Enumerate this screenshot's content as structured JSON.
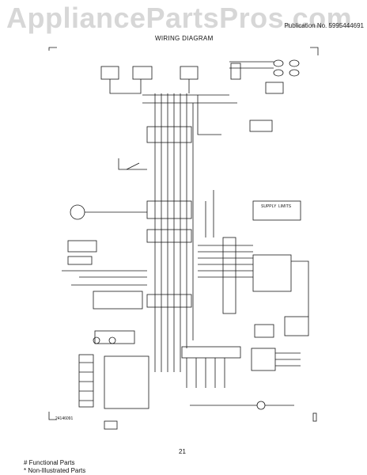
{
  "watermark": "AppliancePartsPros.com",
  "publication": "Publication No. 5995444691",
  "title": "WIRING DIAGRAM",
  "page_number": "21",
  "footnotes": {
    "functional": "# Functional Parts",
    "non_illustrated": "* Non-Illustrated Parts"
  },
  "bottom_left_code": "24146091",
  "legend": {
    "header": "SUPPLY",
    "col2": "LIMITS"
  },
  "colors": {
    "line": "#1a1a1a",
    "watermark": "#d7d7d7"
  }
}
